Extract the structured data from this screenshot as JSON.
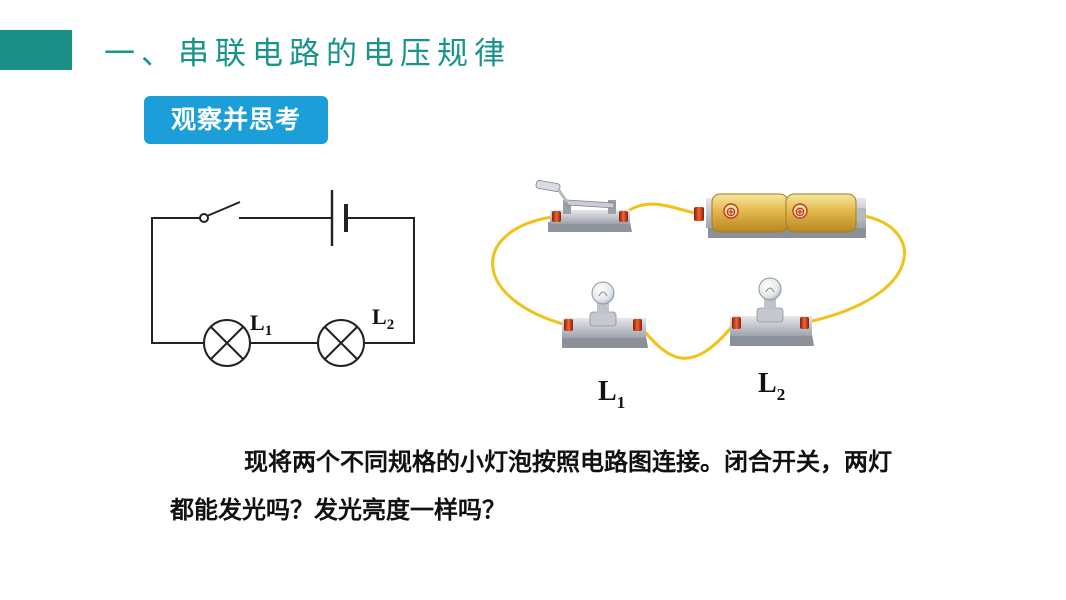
{
  "slide": {
    "title": "一、串联电路的电压规律",
    "badge": "观察并思考",
    "paragraph": "现将两个不同规格的小灯泡按照电路图连接。闭合开关，两灯都能发光吗？发光亮度一样吗？"
  },
  "schematic": {
    "lamp1_label": "L",
    "lamp1_sub": "1",
    "lamp2_label": "L",
    "lamp2_sub": "2"
  },
  "photo": {
    "lamp1_label": "L",
    "lamp1_sub": "1",
    "lamp2_label": "L",
    "lamp2_sub": "2",
    "battery_symbol": "⊕"
  },
  "colors": {
    "accent": "#1a8f86",
    "title": "#17958b",
    "badge": "#1c9fd8",
    "wire": "#f0c21a"
  }
}
